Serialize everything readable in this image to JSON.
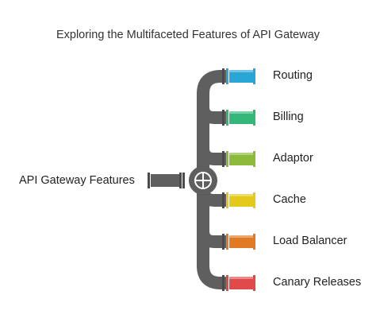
{
  "title": "Exploring the Multifaceted Features of API Gateway",
  "root": {
    "label": "API Gateway Features"
  },
  "colors": {
    "pipe": "#5f5f5f",
    "pipe_dark": "#4a4a4a",
    "pipe_light": "#8a8a8a"
  },
  "features": [
    {
      "label": "Routing",
      "color": "#2aa6d6"
    },
    {
      "label": "Billing",
      "color": "#34b87a"
    },
    {
      "label": "Adaptor",
      "color": "#8cba3a"
    },
    {
      "label": "Cache",
      "color": "#e3c919"
    },
    {
      "label": "Load Balancer",
      "color": "#e07a24"
    },
    {
      "label": "Canary Releases",
      "color": "#e04a4a"
    }
  ]
}
